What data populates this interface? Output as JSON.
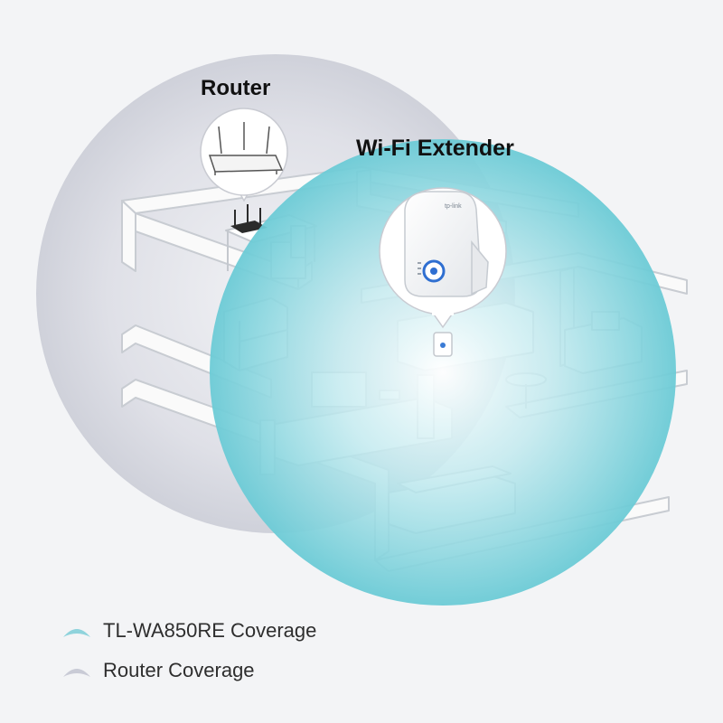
{
  "labels": {
    "router": "Router",
    "extender": "Wi-Fi Extender"
  },
  "legend": {
    "items": [
      {
        "label": "TL-WA850RE Coverage",
        "color": "#8fd3dc",
        "icon": "coverage-arc-icon"
      },
      {
        "label": "Router Coverage",
        "color": "#c9cbd6",
        "icon": "coverage-arc-icon"
      }
    ]
  },
  "device": {
    "brand": "tp-link"
  },
  "colors": {
    "router_coverage": "#c9cbd6",
    "extender_coverage": "#7fd0da",
    "background": "#f3f4f6"
  }
}
